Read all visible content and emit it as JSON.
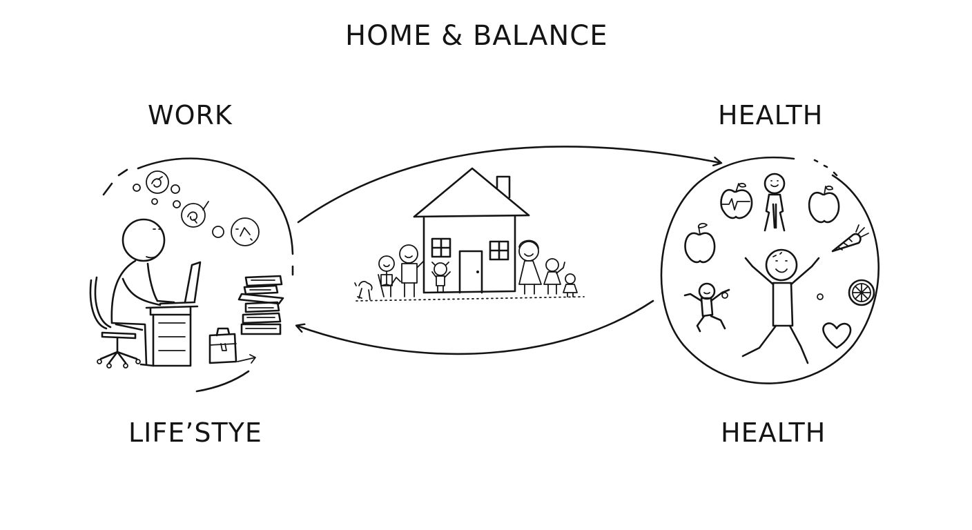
{
  "title": "HOME & BALANCE",
  "labels": {
    "work": "WORK",
    "health_top": "HEALTH",
    "lifestyle": "LIFEʼSTYE",
    "health_bottom": "HEALTH"
  },
  "colors": {
    "ink": "#141414",
    "background": "#ffffff"
  }
}
